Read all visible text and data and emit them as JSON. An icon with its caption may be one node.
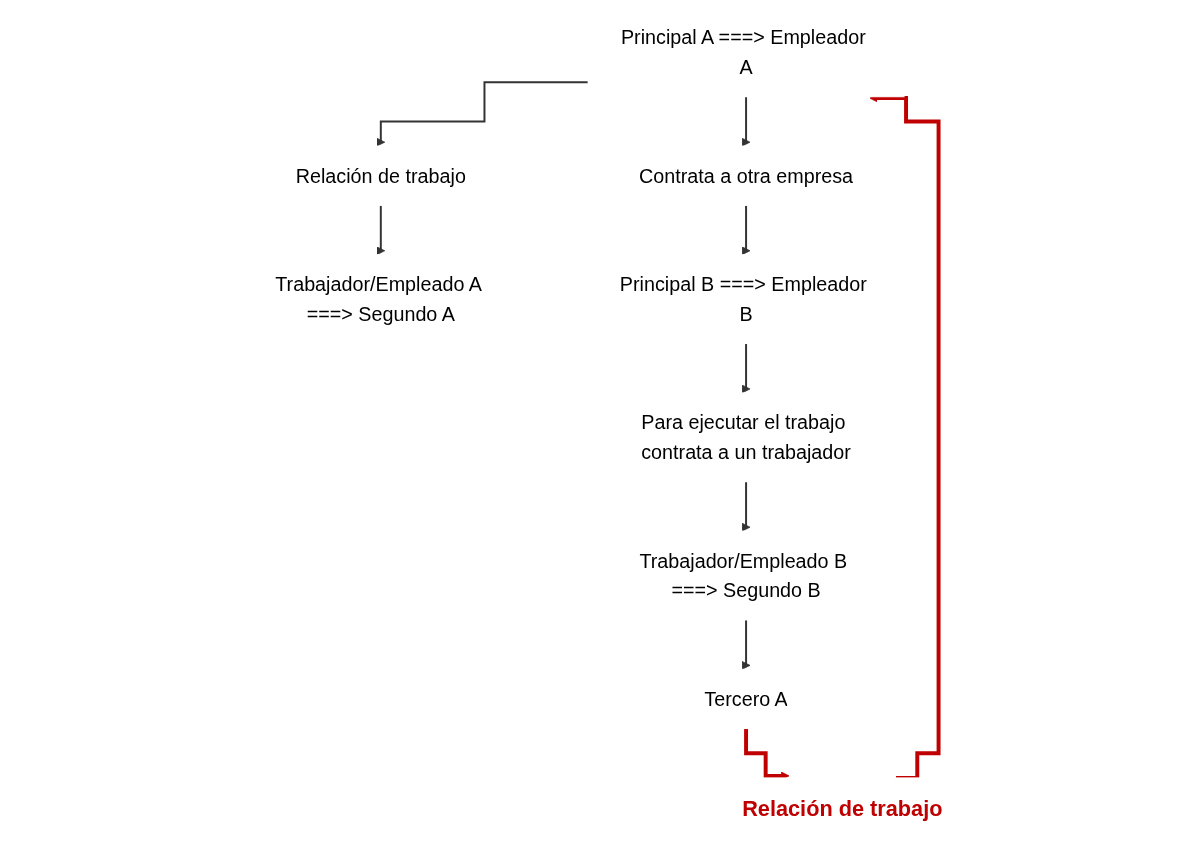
{
  "diagram": {
    "nodes": [
      {
        "text": [
          "Principal A ===> Empleador A"
        ]
      },
      {
        "text": [
          "Relación de trabajo"
        ]
      },
      {
        "text": [
          "Trabajador/Empleado A ===> Segundo A"
        ]
      },
      {
        "text": [
          "Contrata a otra empresa"
        ]
      },
      {
        "text": [
          "Principal B ===> Empleador B"
        ]
      },
      {
        "text": [
          "Para ejecutar el trabajo contrata a un trabajador"
        ]
      },
      {
        "text": [
          "Trabajador/Empleado B ===> Segundo B"
        ]
      },
      {
        "text": [
          "Tercero A"
        ]
      },
      {
        "text": [
          "Relación de trabajo"
        ]
      }
    ],
    "edges": [
      {
        "from": 0,
        "to": 1,
        "arrow": "to"
      },
      {
        "from": 1,
        "to": 2,
        "arrow": "to"
      },
      {
        "from": 0,
        "to": 3,
        "arrow": "to"
      },
      {
        "from": 3,
        "to": 4,
        "arrow": "to"
      },
      {
        "from": 4,
        "to": 5,
        "arrow": "to"
      },
      {
        "from": 5,
        "to": 6,
        "arrow": "to"
      },
      {
        "from": 6,
        "to": 7,
        "arrow": "to"
      },
      {
        "from": 7,
        "to": 8,
        "arrow": "to",
        "style": "thick",
        "color": "#c00000"
      },
      {
        "from": 8,
        "to": 0,
        "arrow": "to",
        "style": "thick",
        "color": "#c00000"
      }
    ]
  }
}
